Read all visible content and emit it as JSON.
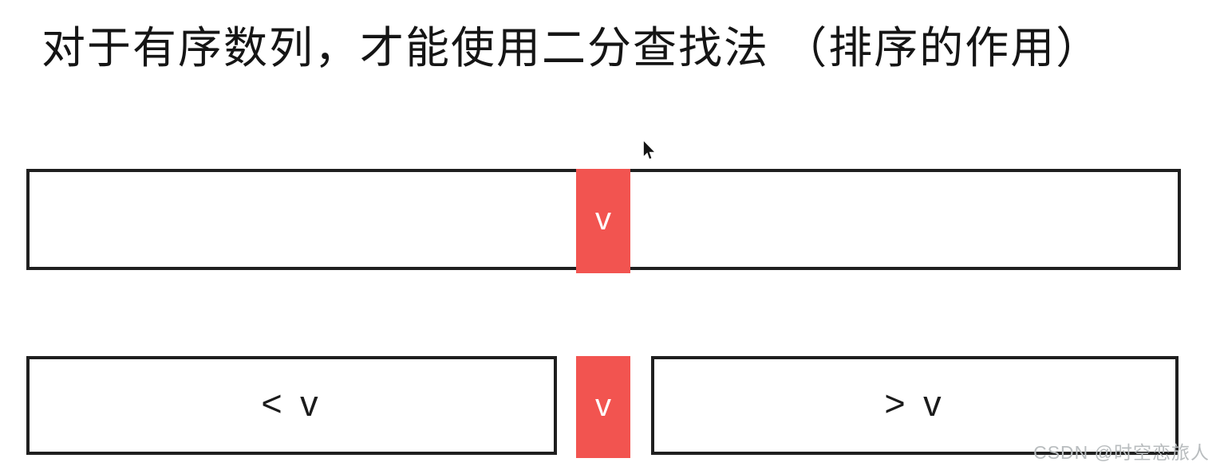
{
  "title": "对于有序数列，才能使用二分查找法 （排序的作用）",
  "diagram": {
    "row1": {
      "description": "unsorted-full-array-with-pivot",
      "pivot_label": "v"
    },
    "row2": {
      "left_label": "< v",
      "pivot_label": "v",
      "right_label": "> v"
    }
  },
  "watermark": {
    "text": "CSDN @时空恋旅人"
  },
  "icons": {
    "cursor": "arrow-cursor"
  },
  "colors": {
    "accent_red": "#f25450",
    "box_border": "#1f1f1f",
    "title_text": "#151515",
    "pivot_text": "#ffffff",
    "watermark_gray": "#b9bdbf"
  }
}
